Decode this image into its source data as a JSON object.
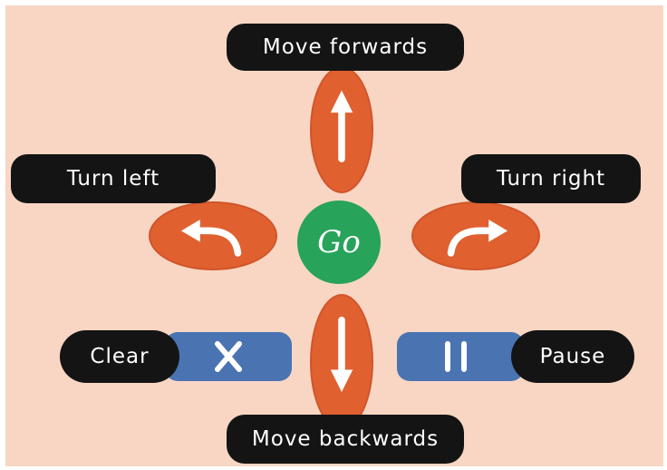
{
  "controls": {
    "move_forwards_label": "Move forwards",
    "move_backwards_label": "Move backwards",
    "turn_left_label": "Turn left",
    "turn_right_label": "Turn right",
    "go_label": "Go",
    "clear_label": "Clear",
    "pause_label": "Pause"
  },
  "icons": {
    "forward": "arrow-up-icon",
    "backward": "arrow-down-icon",
    "left": "turn-left-icon",
    "right": "turn-right-icon",
    "clear": "x-icon",
    "pause": "pause-icon"
  },
  "colors": {
    "background": "#f8d6c3",
    "arrow_button": "#e06030",
    "go_button": "#27a35a",
    "pill_button": "#4a73b2",
    "label": "#141414"
  }
}
